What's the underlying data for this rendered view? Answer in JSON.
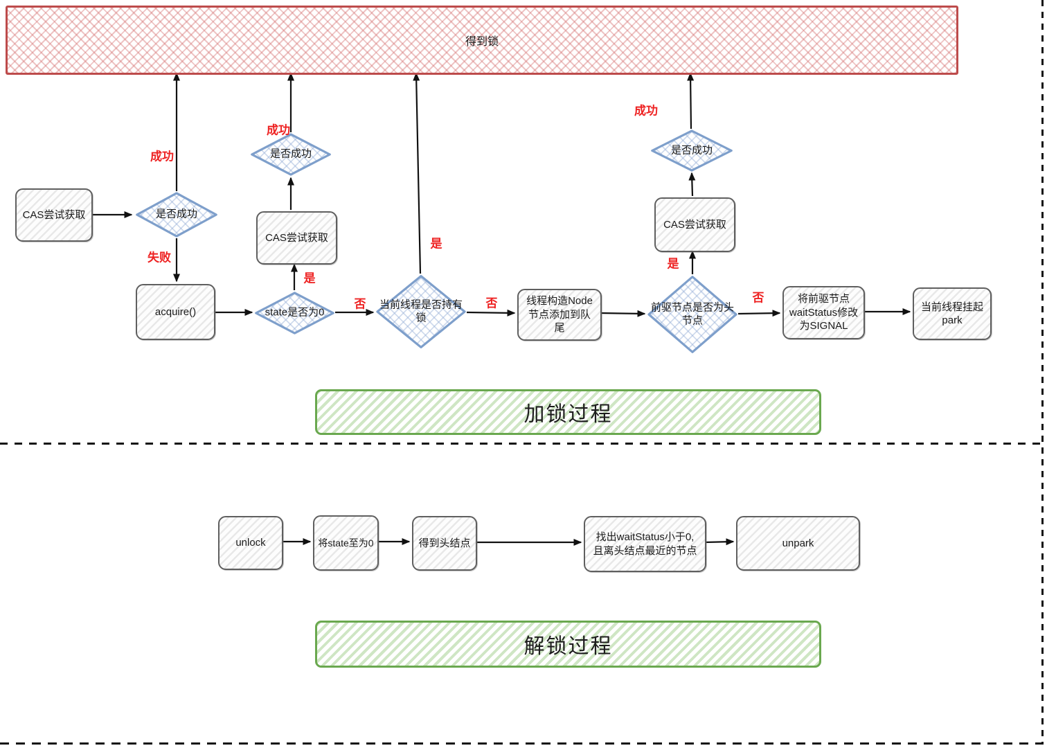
{
  "banner": {
    "label": "得到锁"
  },
  "sections": {
    "lock": {
      "title": "加锁过程"
    },
    "unlock": {
      "title": "解锁过程"
    }
  },
  "nodes": {
    "cas_try_left": {
      "label": "CAS尝试获取"
    },
    "success_left": {
      "label": "是否成功"
    },
    "acquire": {
      "label": "acquire()"
    },
    "cas_try_mid": {
      "label": "CAS尝试获取"
    },
    "success_mid": {
      "label": "是否成功"
    },
    "state_zero": {
      "label": "state是否为0"
    },
    "holds_lock": {
      "label": "当前线程是否持有锁"
    },
    "enqueue": {
      "label": "线程构造Node节点添加到队尾"
    },
    "pred_head": {
      "label": "前驱节点是否为头节点"
    },
    "cas_try_right": {
      "label": "CAS尝试获取"
    },
    "success_right": {
      "label": "是否成功"
    },
    "set_signal": {
      "label": "将前驱节点waitStatus修改为SIGNAL"
    },
    "park": {
      "label": "当前线程挂起park"
    },
    "unlock": {
      "label": "unlock"
    },
    "set_state": {
      "label": "将state至为0"
    },
    "get_head": {
      "label": "得到头结点"
    },
    "find_node": {
      "label": "找出waitStatus小于0,且离头结点最近的节点"
    },
    "unpark": {
      "label": "unpark"
    }
  },
  "edge_labels": {
    "success_left": "成功",
    "fail_left": "失败",
    "success_mid": "成功",
    "yes_state": "是",
    "no_state": "否",
    "yes_holds": "是",
    "no_holds": "否",
    "yes_pred": "是",
    "no_pred": "否",
    "success_right": "成功"
  },
  "colors": {
    "banner_border": "#bd4b4b",
    "banner_hatch": "#eab6b6",
    "diamond_border": "#7e9fcb",
    "diamond_hatch": "#ccd9ec",
    "box_border": "#5f5f5f",
    "green_border": "#6aa84f",
    "green_hatch": "#d5e8d4",
    "edge_label_red": "#ee2222",
    "arrow_black": "#111111"
  }
}
